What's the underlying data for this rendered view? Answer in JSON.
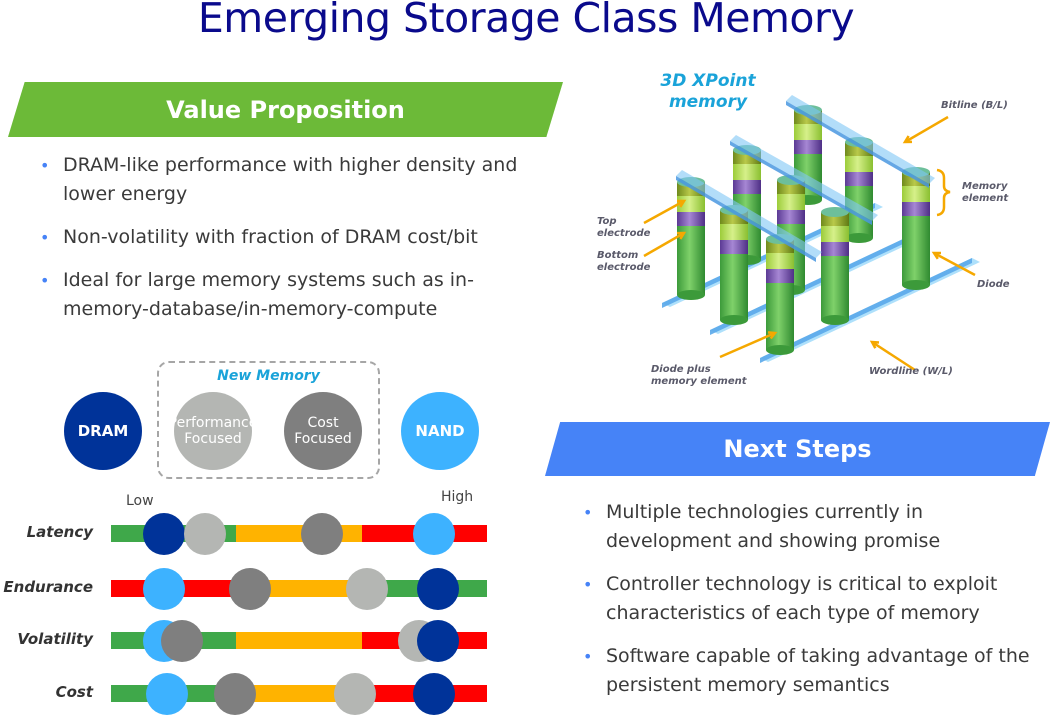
{
  "title": "Emerging Storage Class Memory",
  "value_proposition": {
    "heading": "Value Proposition",
    "bullets": [
      "DRAM-like performance with higher density and lower energy",
      "Non-volatility with fraction of DRAM cost/bit",
      "Ideal for large memory systems such as in-memory-database/in-memory-compute"
    ],
    "color": "#6cba38"
  },
  "memory_types": {
    "group_label": "New Memory",
    "items": [
      {
        "id": "dram",
        "label": "DRAM",
        "color": "#003399"
      },
      {
        "id": "perf",
        "label": "Performance Focused",
        "color": "#b4b6b3"
      },
      {
        "id": "cost",
        "label": "Cost Focused",
        "color": "#7f7f7f"
      },
      {
        "id": "nand",
        "label": "NAND",
        "color": "#3db2ff"
      }
    ]
  },
  "scale": {
    "low_label": "Low",
    "high_label": "High",
    "zone_colors": {
      "green": "#3fa84a",
      "yellow": "#ffb300",
      "red": "#ff0000"
    }
  },
  "chart_data": {
    "type": "scatter",
    "title": "",
    "xlabel": "Low → High",
    "xlim": [
      0,
      1
    ],
    "categories": [
      "Latency",
      "Endurance",
      "Volatility",
      "Cost"
    ],
    "zones": {
      "Latency": [
        "green",
        "yellow",
        "red"
      ],
      "Endurance": [
        "red",
        "yellow",
        "green"
      ],
      "Volatility": [
        "green",
        "yellow",
        "red"
      ],
      "Cost": [
        "green",
        "yellow",
        "red"
      ]
    },
    "series": [
      {
        "name": "DRAM",
        "values": [
          0.14,
          0.87,
          0.87,
          0.86
        ]
      },
      {
        "name": "Performance Focused",
        "values": [
          0.25,
          0.68,
          0.82,
          0.65
        ]
      },
      {
        "name": "Cost Focused",
        "values": [
          0.56,
          0.37,
          0.19,
          0.33
        ]
      },
      {
        "name": "NAND",
        "values": [
          0.86,
          0.14,
          0.14,
          0.15
        ]
      }
    ]
  },
  "xpoint": {
    "title_line1": "3D XPoint",
    "title_line2": "memory",
    "labels": {
      "bitline": "Bitline (B/L)",
      "memory_element": "Memory element",
      "top_electrode": "Top electrode",
      "bottom_electrode": "Bottom electrode",
      "diode": "Diode",
      "diode_plus": "Diode plus memory element",
      "wordline": "Wordline (W/L)"
    }
  },
  "next_steps": {
    "heading": "Next Steps",
    "bullets": [
      "Multiple technologies currently in development and showing promise",
      "Controller technology is critical to exploit characteristics of each type of memory",
      "Software capable of taking advantage of the persistent memory semantics"
    ],
    "color": "#4683f7"
  }
}
